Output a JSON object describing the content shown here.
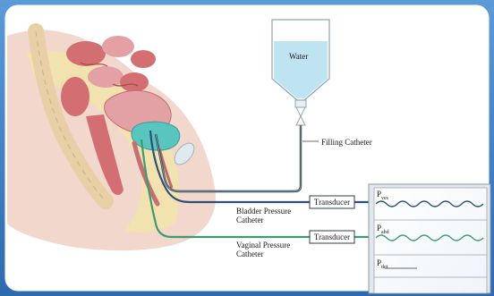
{
  "labels": {
    "water": "Water",
    "filling_catheter": "Filling Catheter",
    "bladder_pressure_catheter": [
      "Bladder Pressure",
      "Catheter"
    ],
    "vaginal_pressure_catheter": [
      "Vaginal Pressure",
      "Catheter"
    ],
    "transducer_top": "Transducer",
    "transducer_bottom": "Transducer"
  },
  "channels": [
    {
      "main": "P",
      "sub": "ves"
    },
    {
      "main": "P",
      "sub": "abd"
    },
    {
      "main": "P",
      "sub": "det"
    }
  ],
  "colors": {
    "frame_blue": "#3d7ec1",
    "water_fill": "#bfe4f1",
    "bladder_catheter": "#2f4f79",
    "vaginal_catheter": "#3f9a73",
    "filling_line": "#2f3d4c",
    "skin": "#f1d7cc",
    "tissue_pink": "#e3a0a5",
    "tissue_red": "#d36f72",
    "bladder_fill": "#58c6bf",
    "fat_yellow": "#f2e6a6"
  },
  "icons": [
    "water-bag-icon",
    "drip-valve-icon",
    "wave-trace-icon"
  ]
}
